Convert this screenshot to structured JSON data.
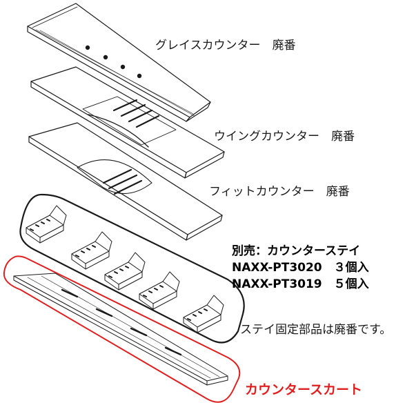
{
  "labels": {
    "grace_counter": "グレイスカウンター　廃番",
    "wing_counter": "ウイングカウンター　廃番",
    "fit_counter": "フィットカウンター　廃番",
    "sold_separately": "別売：カウンターステイ",
    "part_1": "NAXX-PT3020　３個入",
    "part_2": "NAXX-PT3019　５個入",
    "stay_note": "ステイ固定部品は廃番です。",
    "counter_skirt": "カウンタースカート"
  },
  "colors": {
    "highlight": "#e01e1e",
    "line": "#1a1a1a"
  }
}
